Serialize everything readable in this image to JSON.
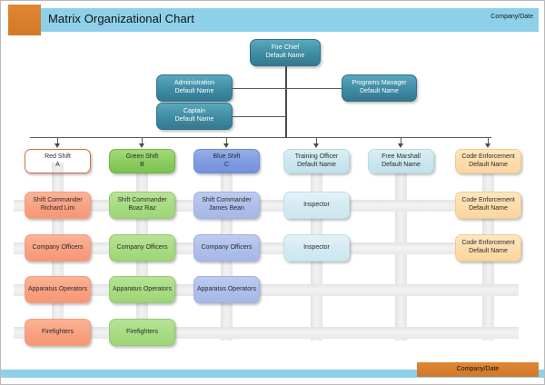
{
  "header": {
    "title": "Matrix Organizational Chart",
    "company_label": "Company/Date"
  },
  "footer": {
    "company_label": "Company/Date"
  },
  "colors": {
    "header_bar": "#8ed0ea",
    "accent_orange": "#d2792a",
    "teal": "#3e8ba3",
    "red": "#f4764a",
    "green": "#8ccc5f",
    "blue": "#7f9be0",
    "ice": "#cae6ef",
    "sand": "#fcdcab",
    "grid_band": "#eeeeee",
    "connector": "#5a5a5a"
  },
  "chart_data": {
    "type": "org-chart-matrix",
    "title": "Matrix Organizational Chart",
    "root": {
      "title": "Fire Chief",
      "name": "Default Name"
    },
    "staff": [
      {
        "title": "Administration",
        "name": "Default Name",
        "side": "left"
      },
      {
        "title": "Captain",
        "name": "Default Name",
        "side": "left"
      },
      {
        "title": "Programs Manager",
        "name": "Default Name",
        "side": "right"
      }
    ],
    "columns": [
      {
        "title": "Red Shift",
        "name": "A",
        "color": "red"
      },
      {
        "title": "Green Shift",
        "name": "B",
        "color": "green"
      },
      {
        "title": "Blue Shift",
        "name": "C",
        "color": "blue"
      },
      {
        "title": "Training Officer",
        "name": "Default Name",
        "color": "ice"
      },
      {
        "title": "Free Marshall",
        "name": "Default Name",
        "color": "ice"
      },
      {
        "title": "Code Enforcement",
        "name": "Default Name",
        "color": "sand"
      }
    ],
    "rows": [
      {
        "cells": [
          {
            "title": "Shift Commander",
            "name": "Richard Lim"
          },
          {
            "title": "Shift Commander",
            "name": "Boaz Raz"
          },
          {
            "title": "Shift Commander",
            "name": "James Bean"
          },
          {
            "title": "Inspector",
            "name": ""
          },
          null,
          {
            "title": "Code Enforcement",
            "name": "Default Name"
          }
        ]
      },
      {
        "cells": [
          {
            "title": "Company Officers",
            "name": ""
          },
          {
            "title": "Company Officers",
            "name": ""
          },
          {
            "title": "Company Officers",
            "name": ""
          },
          {
            "title": "Inspector",
            "name": ""
          },
          null,
          {
            "title": "Code Enforcement",
            "name": "Default Name"
          }
        ]
      },
      {
        "cells": [
          {
            "title": "Apparatus Operators",
            "name": ""
          },
          {
            "title": "Apparatus Operators",
            "name": ""
          },
          {
            "title": "Apparatus Operators",
            "name": ""
          },
          null,
          null,
          null
        ]
      },
      {
        "cells": [
          {
            "title": "Firefighters",
            "name": ""
          },
          {
            "title": "Firefighters",
            "name": ""
          },
          null,
          null,
          null,
          null
        ]
      }
    ]
  },
  "nodes": {
    "fire_chief": "Fire Chief\nDefault Name",
    "administration": "Administration\nDefault Name",
    "captain": "Captain\nDefault Name",
    "programs_manager": "Programs Manager\nDefault Name",
    "col_red": "Red Shift\nA",
    "col_green": "Green Shift\nB",
    "col_blue": "Blue Shift\nC",
    "col_training": "Training Officer\nDefault Name",
    "col_marshall": "Free Marshall\nDefault Name",
    "col_code": "Code Enforcement\nDefault Name",
    "r1c1": "Shift Commander\nRichard Lim",
    "r1c2": "Shift Commander\nBoaz Raz",
    "r1c3": "Shift Commander\nJames Bean",
    "r1c4": "Inspector",
    "r1c6": "Code Enforcement\nDefault Name",
    "r2c1": "Company Officers",
    "r2c2": "Company Officers",
    "r2c3": "Company Officers",
    "r2c4": "Inspector",
    "r2c6": "Code Enforcement\nDefault Name",
    "r3c1": "Apparatus Operators",
    "r3c2": "Apparatus Operators",
    "r3c3": "Apparatus Operators",
    "r4c1": "Firefighters",
    "r4c2": "Firefighters"
  }
}
